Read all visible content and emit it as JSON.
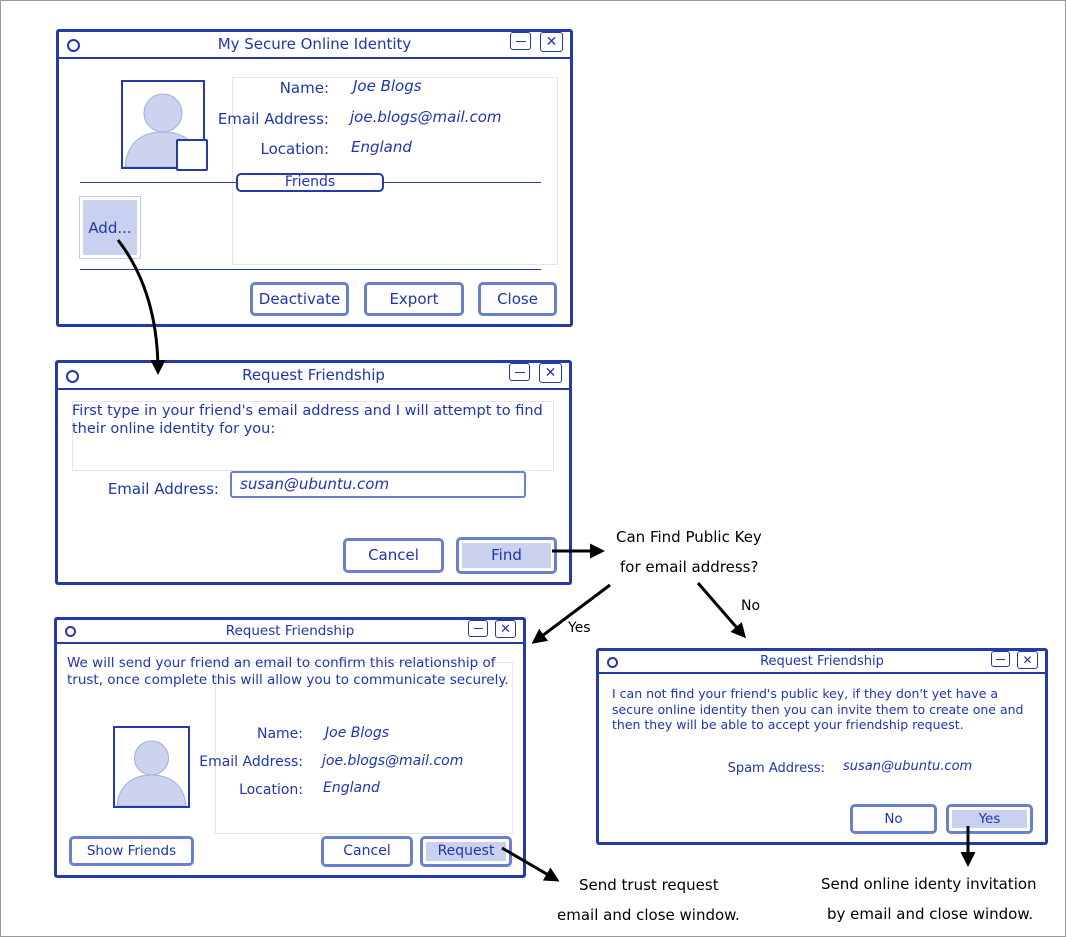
{
  "colors": {
    "window_border": "#2639a8",
    "text": "#1f35b0",
    "button_border": "#6a7fce",
    "highlight_fill": "#c9d1ef",
    "arrow": "#000000"
  },
  "windows": {
    "identity": {
      "title": "My Secure Online Identity",
      "name_label": "Name:",
      "name_value": "Joe Blogs",
      "email_label": "Email Address:",
      "email_value": "joe.blogs@mail.com",
      "location_label": "Location:",
      "location_value": "England",
      "friends_label": "Friends",
      "add_label": "Add...",
      "buttons": {
        "deactivate": "Deactivate",
        "export": "Export",
        "close": "Close"
      },
      "icons": [
        "circle-icon",
        "minimize-icon",
        "close-icon",
        "user-avatar-icon"
      ]
    },
    "request": {
      "title": "Request Friendship",
      "instructions": "First type in your friend's email address and I will attempt to find their online identity for you:",
      "email_label": "Email Address:",
      "email_value": "susan@ubuntu.com",
      "buttons": {
        "cancel": "Cancel",
        "find": "Find"
      }
    },
    "confirm": {
      "title": "Request Friendship",
      "message": "We will send your friend an email to confirm this relationship of trust, once complete this will allow you to communicate securely.",
      "name_label": "Name:",
      "name_value": "Joe Blogs",
      "email_label": "Email Address:",
      "email_value": "joe.blogs@mail.com",
      "location_label": "Location:",
      "location_value": "England",
      "buttons": {
        "show_friends": "Show Friends",
        "cancel": "Cancel",
        "request": "Request"
      }
    },
    "notfound": {
      "title": "Request Friendship",
      "message": "I can not find your friend's public key, if they don't yet have a secure online identity then you can invite them to create one and then they will be able to accept your friendship request.",
      "spam_label": "Spam Address:",
      "spam_value": "susan@ubuntu.com",
      "buttons": {
        "no": "No",
        "yes": "Yes"
      }
    }
  },
  "annotations": {
    "question_line1": "Can Find Public Key",
    "question_line2": "for email address?",
    "yes": "Yes",
    "no": "No",
    "send_trust_line1": "Send trust request",
    "send_trust_line2": "email and close window.",
    "send_invite_line1": "Send online identy invitation",
    "send_invite_line2": "by email and close window."
  }
}
